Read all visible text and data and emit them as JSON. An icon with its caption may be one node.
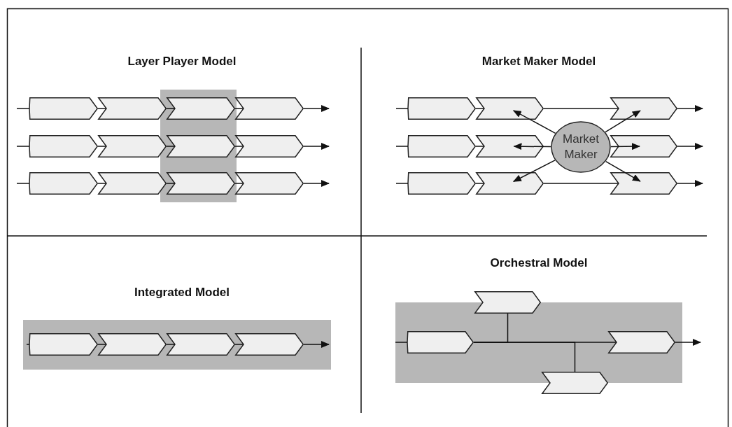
{
  "diagram": {
    "nodes": [
      {
        "text": [],
        "shape": "box"
      },
      {
        "text": [],
        "shape": "chevron"
      },
      {
        "text": [],
        "shape": "chevron"
      },
      {
        "text": [],
        "shape": "chevron",
        "in": 0
      },
      {
        "text": [],
        "shape": "chevron"
      },
      {
        "text": [],
        "shape": "chevron"
      },
      {
        "text": [],
        "shape": "chevron"
      },
      {
        "text": [],
        "shape": "chevron",
        "in": 0
      },
      {
        "text": [],
        "shape": "chevron"
      },
      {
        "text": [],
        "shape": "chevron"
      },
      {
        "text": [],
        "shape": "chevron"
      },
      {
        "text": [],
        "shape": "chevron",
        "in": 0
      },
      {
        "text": [],
        "shape": "chevron"
      },
      {
        "text": [],
        "shape": "chevron"
      },
      {
        "text": [],
        "shape": "chevron"
      },
      {
        "text": [],
        "shape": "chevron"
      },
      {
        "text": [],
        "shape": "chevron"
      },
      {
        "text": [],
        "shape": "chevron"
      },
      {
        "text": [
          "Market Maker"
        ]
      },
      {
        "text": [],
        "shape": "chevron"
      },
      {
        "text": [],
        "shape": "chevron"
      },
      {
        "text": [],
        "shape": "chevron"
      },
      {
        "text": [],
        "shape": "chevron"
      },
      {
        "text": [],
        "shape": "box"
      },
      {
        "text": [],
        "shape": "chevron",
        "in": 23
      },
      {
        "text": [],
        "shape": "chevron",
        "in": 23
      },
      {
        "text": [],
        "shape": "chevron",
        "in": 23
      },
      {
        "text": [],
        "shape": "chevron",
        "in": 23
      },
      {
        "text": [],
        "shape": "box"
      },
      {
        "text": [],
        "shape": "chevron"
      },
      {
        "text": [],
        "shape": "chevron",
        "in": 28
      },
      {
        "text": [],
        "shape": "chevron",
        "in": 28
      },
      {
        "text": [],
        "shape": "chevron"
      }
    ],
    "edges": [
      {
        "from": null,
        "to": 1,
        "arrow": "none"
      },
      {
        "from": 1,
        "to": 2,
        "arrow": "none"
      },
      {
        "from": 2,
        "to": 3,
        "arrow": "none"
      },
      {
        "from": 3,
        "to": 4,
        "arrow": "none"
      },
      {
        "from": 4,
        "to": null,
        "arrow": "to"
      },
      {
        "from": null,
        "to": 5,
        "arrow": "none"
      },
      {
        "from": 5,
        "to": 6,
        "arrow": "none"
      },
      {
        "from": 6,
        "to": 7,
        "arrow": "none"
      },
      {
        "from": 7,
        "to": 8,
        "arrow": "none"
      },
      {
        "from": 8,
        "to": null,
        "arrow": "to"
      },
      {
        "from": null,
        "to": 9,
        "arrow": "none"
      },
      {
        "from": 9,
        "to": 10,
        "arrow": "none"
      },
      {
        "from": 10,
        "to": 11,
        "arrow": "none"
      },
      {
        "from": 11,
        "to": 12,
        "arrow": "none"
      },
      {
        "from": 12,
        "to": null,
        "arrow": "to"
      },
      {
        "from": null,
        "to": 13,
        "arrow": "none"
      },
      {
        "from": 13,
        "to": 14,
        "arrow": "none"
      },
      {
        "from": 14,
        "to": 15,
        "arrow": "none"
      },
      {
        "from": 15,
        "to": null,
        "arrow": "to"
      },
      {
        "from": null,
        "to": 16,
        "arrow": "none"
      },
      {
        "from": 16,
        "to": 17,
        "arrow": "none"
      },
      {
        "from": 19,
        "to": null,
        "arrow": "to"
      },
      {
        "from": null,
        "to": 20,
        "arrow": "none"
      },
      {
        "from": 20,
        "to": 21,
        "arrow": "none"
      },
      {
        "from": 21,
        "to": 22,
        "arrow": "none"
      },
      {
        "from": 22,
        "to": null,
        "arrow": "to"
      },
      {
        "from": 18,
        "to": 14,
        "arrow": "to"
      },
      {
        "from": 18,
        "to": 17,
        "arrow": "to"
      },
      {
        "from": 18,
        "to": 21,
        "arrow": "to"
      },
      {
        "from": 18,
        "to": 15,
        "arrow": "to"
      },
      {
        "from": 18,
        "to": 19,
        "arrow": "to"
      },
      {
        "from": 18,
        "to": 22,
        "arrow": "to"
      },
      {
        "from": null,
        "to": 24,
        "arrow": "none"
      },
      {
        "from": 24,
        "to": 25,
        "arrow": "none"
      },
      {
        "from": 25,
        "to": 26,
        "arrow": "none"
      },
      {
        "from": 26,
        "to": 27,
        "arrow": "none"
      },
      {
        "from": 27,
        "to": null,
        "arrow": "to"
      },
      {
        "from": null,
        "to": 30,
        "arrow": "none"
      },
      {
        "from": 30,
        "to": 29,
        "arrow": "none"
      },
      {
        "from": 30,
        "to": 32,
        "arrow": "none"
      },
      {
        "from": 30,
        "to": 31,
        "arrow": "none"
      },
      {
        "from": 31,
        "to": null,
        "arrow": "to"
      }
    ],
    "labels": [
      "Layer Player Model",
      "Market Maker Model",
      "Integrated Model",
      "Orchestral Model"
    ]
  }
}
